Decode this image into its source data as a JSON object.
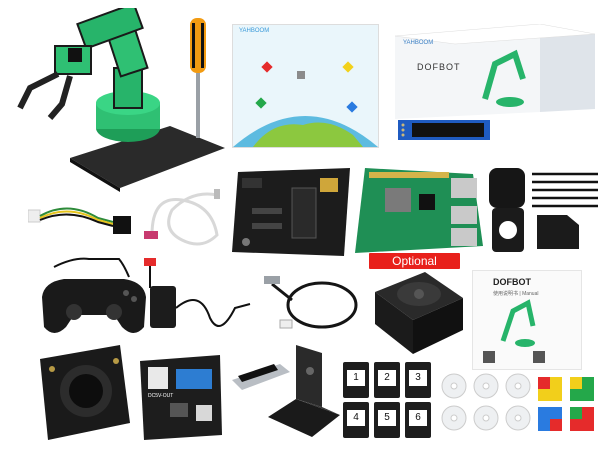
{
  "labels": {
    "optional": "Optional",
    "box_brand": "DOFBOT",
    "box_logo": "YAHBOOM",
    "mat_logo": "YAHBOOM",
    "manual_title": "DOFBOT",
    "manual_subtitle": "使用说明书 | Manual",
    "tags": [
      "1",
      "2",
      "3",
      "4",
      "5",
      "6"
    ],
    "board_label": "DC5V-OUT"
  },
  "colors": {
    "optional_bg": "#e8201b",
    "arm_green": "#27b46a",
    "board_black": "#1c1c1c",
    "pi_green": "#1f8f55"
  }
}
